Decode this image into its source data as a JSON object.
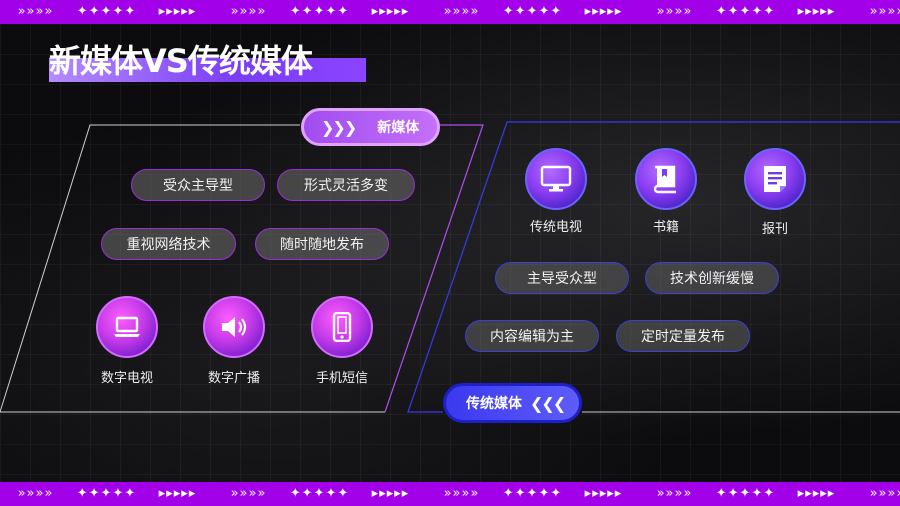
{
  "slide": {
    "title": "新媒体VS传统媒体",
    "band_pattern": [
      "»»»»",
      "✦✦✦✦✦",
      "▸▸▸▸▸",
      "»»»»",
      "✦✦✦✦✦",
      "▸▸▸▸▸",
      "»»»»",
      "✦✦✦✦✦",
      "▸▸▸▸▸",
      "»»»»",
      "✦✦✦✦✦",
      "▸▸▸▸▸",
      "»»»»"
    ]
  },
  "new_media": {
    "label": "新媒体",
    "chevrons": "❯❯❯",
    "features": [
      "受众主导型",
      "形式灵活多变",
      "重视网络技术",
      "随时随地发布"
    ],
    "channels": [
      {
        "label": "数字电视",
        "icon": "laptop-icon"
      },
      {
        "label": "数字广播",
        "icon": "speaker-icon"
      },
      {
        "label": "手机短信",
        "icon": "phone-icon"
      }
    ]
  },
  "traditional_media": {
    "label": "传统媒体",
    "chevrons": "❮❮❮",
    "channels": [
      {
        "label": "传统电视",
        "icon": "monitor-icon"
      },
      {
        "label": "书籍",
        "icon": "book-icon"
      },
      {
        "label": "报刊",
        "icon": "newspaper-icon"
      }
    ],
    "features": [
      "主导受众型",
      "技术创新缓慢",
      "内容编辑为主",
      "定时定量发布"
    ]
  },
  "colors": {
    "band": "#a100e8",
    "new_accent": "#b14cf2",
    "traditional_accent": "#3a39ee"
  }
}
